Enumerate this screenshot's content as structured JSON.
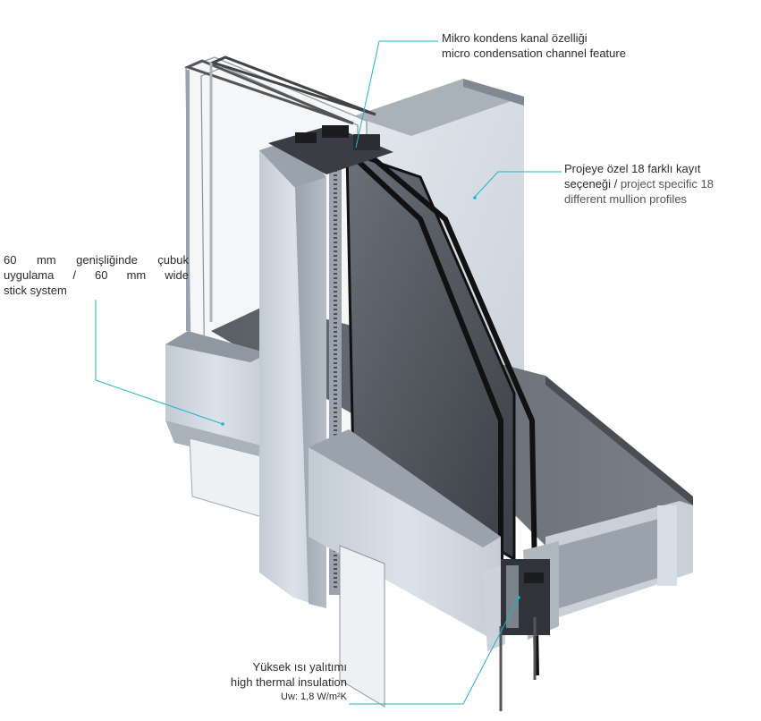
{
  "colors": {
    "leader_line": "#1fb5c4",
    "aluminium_light": "#d6dde6",
    "aluminium_mid": "#b7c0cb",
    "aluminium_dark": "#8e97a2",
    "glass_dark": "#3f4349",
    "gasket": "#1c1c1e",
    "text": "#2b2b2b"
  },
  "callouts": {
    "micro_channel": {
      "line1": "Mikro kondens kanal özelliği",
      "line2": "micro condensation channel feature"
    },
    "mullion_profiles": {
      "line1": "Projeye özel 18 farklı kayıt",
      "line2_tr": "seçeneği /",
      "line2_en": " project specific 18",
      "line3": "different mullion profiles"
    },
    "stick_system": {
      "line1": "60 mm genişliğinde çubuk",
      "line2": "uygulama / 60 mm wide",
      "line3": "stick system"
    },
    "thermal_insulation": {
      "line1": "Yüksek ısı yalıtımı",
      "line2": "high thermal insulation",
      "line3": "Uw: 1,8 W/m²K"
    }
  },
  "icons": [
    "curtain-wall-section-illustration"
  ]
}
